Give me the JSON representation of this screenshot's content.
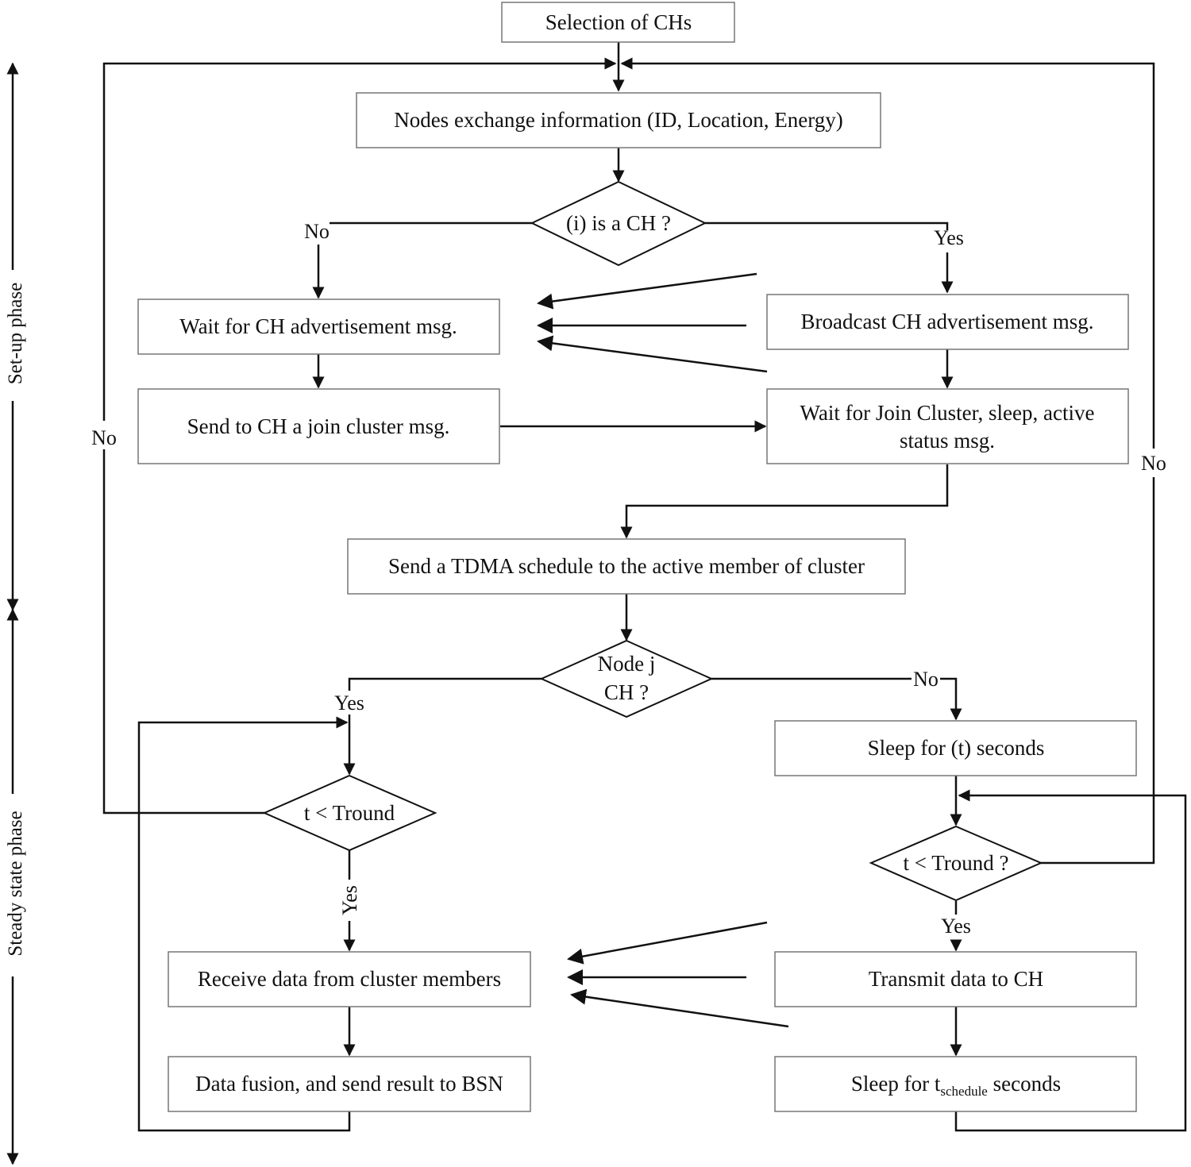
{
  "phases": {
    "setup": "Set-up phase",
    "steady": "Steady state phase"
  },
  "nodes": {
    "selection": "Selection of CHs",
    "exchange": "Nodes exchange information (ID, Location, Energy)",
    "is_ch": "(i) is a CH ?",
    "wait_adv": "Wait for CH advertisement msg.",
    "broadcast": "Broadcast CH advertisement msg.",
    "send_join": "Send to CH a join cluster msg.",
    "wait_join_line1": "Wait for Join Cluster, sleep, active",
    "wait_join_line2": "status msg.",
    "tdma": "Send a TDMA schedule to the active member of cluster",
    "node_j_line1": "Node j",
    "node_j_line2": "CH ?",
    "sleep_t": "Sleep for (t) seconds",
    "t_round_left": "t < Tround",
    "t_round_right": "t < Tround ?",
    "receive": "Receive data from cluster members",
    "transmit": "Transmit data to CH",
    "fusion": "Data fusion, and send result to BSN",
    "sleep_sched_prefix": "Sleep for t",
    "sleep_sched_sub": "schedule",
    "sleep_sched_suffix": " seconds"
  },
  "labels": {
    "no": "No",
    "yes": "Yes"
  }
}
